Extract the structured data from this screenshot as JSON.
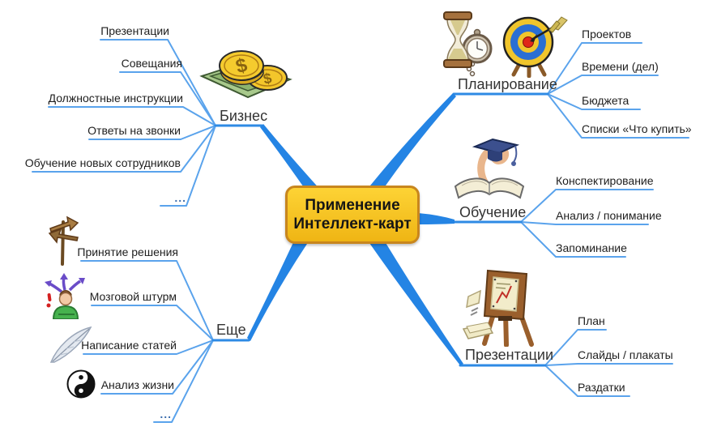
{
  "center": {
    "line1": "Применение",
    "line2": "Интеллект-карт"
  },
  "branches": {
    "business": {
      "label": "Бизнес",
      "children": [
        "Презентации",
        "Совещания",
        "Должностные инструкции",
        "Ответы на звонки",
        "Обучение новых сотрудников",
        "..."
      ]
    },
    "planning": {
      "label": "Планирование",
      "children": [
        "Проектов",
        "Времени (дел)",
        "Бюджета",
        "Списки «Что купить»"
      ]
    },
    "learning": {
      "label": "Обучение",
      "children": [
        "Конспектирование",
        "Анализ / понимание",
        "Запоминание"
      ]
    },
    "presentations": {
      "label": "Презентации",
      "children": [
        "План",
        "Слайды / плакаты",
        "Раздатки"
      ]
    },
    "more": {
      "label": "Еще",
      "children": [
        "Принятие решения",
        "Мозговой штурм",
        "Написание статей",
        "Анализ жизни",
        "..."
      ]
    }
  },
  "icons": {
    "business": "money-coins-icon",
    "planning": [
      "hourglass-watch-icon",
      "target-arrow-icon"
    ],
    "learning": "book-graduation-cap-icon",
    "presentations": "easel-flipchart-icon",
    "more_children": [
      "signpost-icon",
      "jester-brainstorm-icon",
      "quill-feather-icon",
      "yin-yang-icon"
    ]
  },
  "colors": {
    "background": "#ffffff",
    "center_fill_top": "#fdd335",
    "center_fill_bottom": "#efb514",
    "center_border": "#c8861e",
    "branch_thick_blue": "#2484e4",
    "branch_underline_blue": "#2e8ae4",
    "child_line_blue": "#5aa3ec",
    "text": "#1e1e1e"
  }
}
